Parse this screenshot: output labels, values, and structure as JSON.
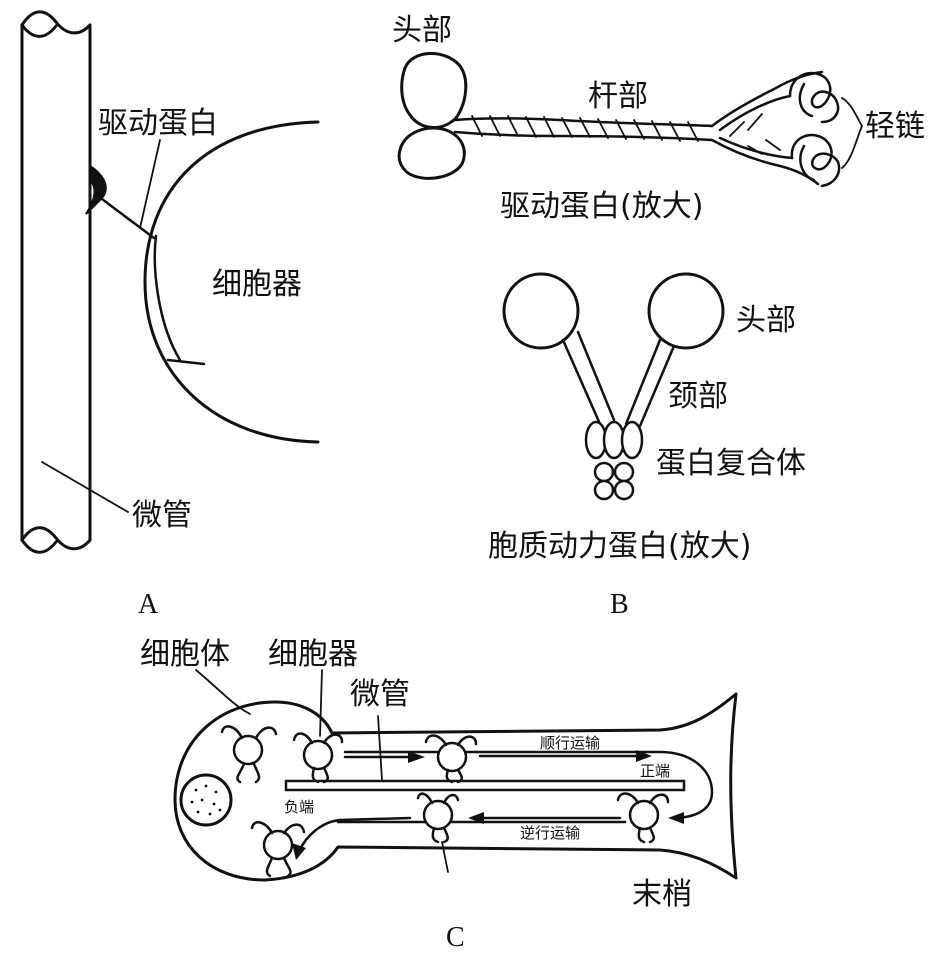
{
  "panel_a": {
    "kinesin": "驱动蛋白",
    "organelle": "细胞器",
    "microtubule": "微管",
    "letter": "A"
  },
  "panel_b": {
    "kinesin_head": "头部",
    "kinesin_stalk": "杆部",
    "light_chain": "轻链",
    "kinesin_caption": "驱动蛋白(放大)",
    "dynein_head": "头部",
    "dynein_neck": "颈部",
    "protein_complex": "蛋白复合体",
    "dynein_caption": "胞质动力蛋白(放大)",
    "letter": "B"
  },
  "panel_c": {
    "cell_body": "细胞体",
    "organelle": "细胞器",
    "microtubule": "微管",
    "anterograde": "顺行运输",
    "plus_end": "正端",
    "minus_end": "负端",
    "retrograde": "逆行运输",
    "terminal": "末梢",
    "letter": "C"
  }
}
